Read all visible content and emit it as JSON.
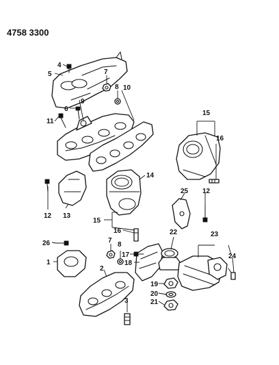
{
  "header": {
    "code": "4758 3300"
  },
  "callouts": [
    {
      "id": "c4",
      "text": "4"
    },
    {
      "id": "c5",
      "text": "5"
    },
    {
      "id": "c7a",
      "text": "7"
    },
    {
      "id": "c8a",
      "text": "8"
    },
    {
      "id": "c10",
      "text": "10"
    },
    {
      "id": "c9",
      "text": "9"
    },
    {
      "id": "c6",
      "text": "6"
    },
    {
      "id": "c11",
      "text": "11"
    },
    {
      "id": "c15a",
      "text": "15"
    },
    {
      "id": "c16a",
      "text": "16"
    },
    {
      "id": "c14",
      "text": "14"
    },
    {
      "id": "c25",
      "text": "25"
    },
    {
      "id": "c12a",
      "text": "12"
    },
    {
      "id": "c12b",
      "text": "12"
    },
    {
      "id": "c13",
      "text": "13"
    },
    {
      "id": "c15b",
      "text": "15"
    },
    {
      "id": "c16b",
      "text": "16"
    },
    {
      "id": "c22",
      "text": "22"
    },
    {
      "id": "c23",
      "text": "23"
    },
    {
      "id": "c26",
      "text": "26"
    },
    {
      "id": "c7b",
      "text": "7"
    },
    {
      "id": "c8b",
      "text": "8"
    },
    {
      "id": "c17",
      "text": "17"
    },
    {
      "id": "c18",
      "text": "18"
    },
    {
      "id": "c24",
      "text": "24"
    },
    {
      "id": "c1",
      "text": "1"
    },
    {
      "id": "c2",
      "text": "2"
    },
    {
      "id": "c19",
      "text": "19"
    },
    {
      "id": "c20",
      "text": "20"
    },
    {
      "id": "c21",
      "text": "21"
    },
    {
      "id": "c3",
      "text": "3"
    }
  ]
}
